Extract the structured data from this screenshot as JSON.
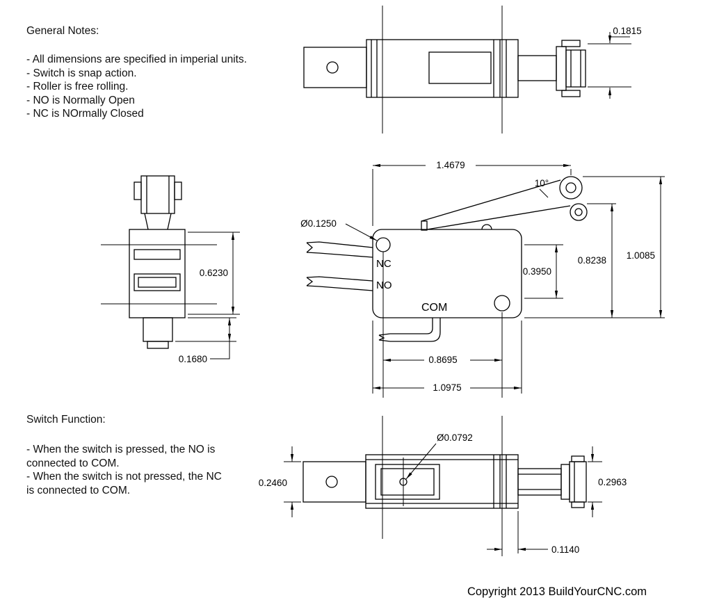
{
  "page": {
    "background": "#ffffff",
    "line_color": "#000000"
  },
  "general_notes": {
    "title": "General Notes:",
    "items": [
      "- All dimensions are specified in imperial units.",
      "- Switch is snap action.",
      "- Roller is free rolling.",
      "- NO is Normally Open",
      "- NC is NOrmally Closed"
    ]
  },
  "switch_function": {
    "title": "Switch Function:",
    "lines": [
      "- When the switch is pressed, the NO is",
      "connected to COM.",
      "- When the switch is not pressed, the NC",
      "is connected to COM."
    ]
  },
  "terminal_labels": {
    "nc": "NC",
    "no": "NO",
    "com": "COM"
  },
  "dimensions": {
    "top_view": {
      "roller_height": "0.1815"
    },
    "side_view": {
      "body_height": "0.6230",
      "plunger_height": "0.1680"
    },
    "front_view": {
      "overall_width": "1.4679",
      "lever_angle": "10°",
      "mount_hole_diameter": "Ø0.1250",
      "body_upper_height": "0.3950",
      "lever_height": "0.8238",
      "overall_height": "1.0085",
      "hole_spacing": "0.8695",
      "body_width": "1.0975"
    },
    "bottom_view": {
      "hole_diameter": "Ø0.0792",
      "plunger_block_height": "0.2460",
      "roller_end_height": "0.2963",
      "edge_offset": "0.1140"
    }
  },
  "footer": {
    "copyright": "Copyright 2013 BuildYourCNC.com"
  }
}
